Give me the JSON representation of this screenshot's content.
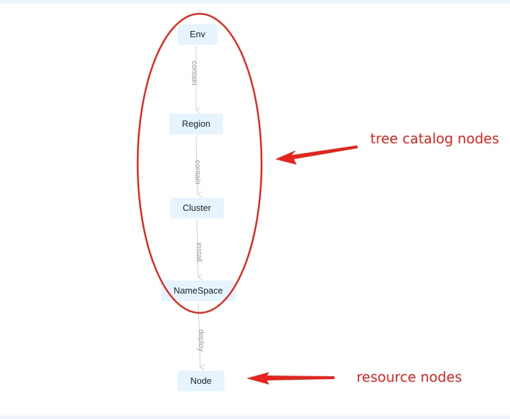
{
  "colors": {
    "node_fill": "#e6f4ff",
    "edge": "#cfcfcf",
    "edge_label": "#9a9a9a",
    "annotation": "#e8231a"
  },
  "graph": {
    "nodes": [
      {
        "id": "env",
        "label": "Env"
      },
      {
        "id": "region",
        "label": "Region"
      },
      {
        "id": "cluster",
        "label": "Cluster"
      },
      {
        "id": "namespace",
        "label": "NameSpace"
      },
      {
        "id": "node",
        "label": "Node"
      }
    ],
    "edges": [
      {
        "from": "env",
        "to": "region",
        "label": "contain"
      },
      {
        "from": "region",
        "to": "cluster",
        "label": "contain"
      },
      {
        "from": "cluster",
        "to": "namespace",
        "label": "install"
      },
      {
        "from": "namespace",
        "to": "node",
        "label": "deploy"
      }
    ]
  },
  "annotations": {
    "tree_catalog": "tree catalog nodes",
    "resource": "resource nodes"
  }
}
